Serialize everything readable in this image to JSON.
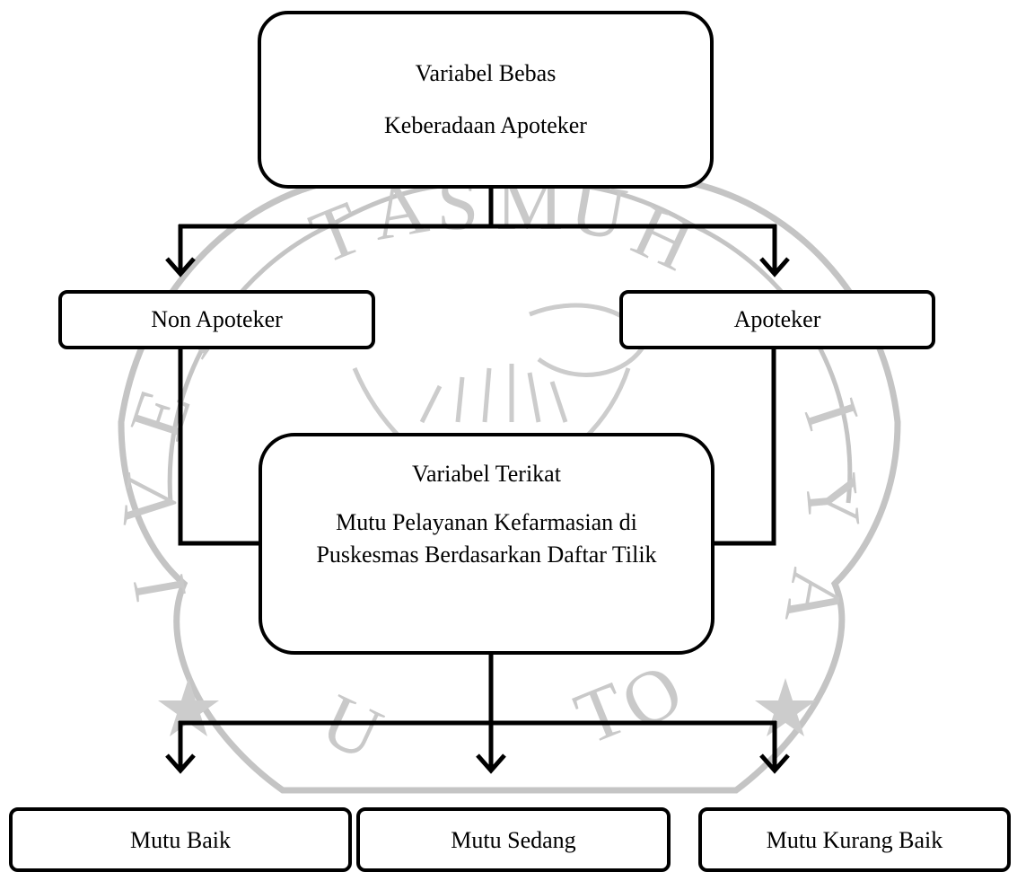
{
  "top_box": {
    "title": "Variabel Bebas",
    "subtitle": "Keberadaan Apoteker"
  },
  "group_left": {
    "label": "Non Apoteker"
  },
  "group_right": {
    "label": "Apoteker"
  },
  "dependent_box": {
    "title": "Variabel Terikat",
    "subtitle": "Mutu Pelayanan Kefarmasian di Puskesmas Berdasarkan Daftar Tilik"
  },
  "outcomes": {
    "good": "Mutu Baik",
    "medium": "Mutu Sedang",
    "poor": "Mutu Kurang Baik"
  },
  "watermark": {
    "text_top": "UNIVERSITAS MUHAMMADIYAH",
    "text_bottom": "PURWOKERTO"
  },
  "colors": {
    "line": "#000000",
    "watermark": "#bdbdbd",
    "background": "#ffffff"
  }
}
